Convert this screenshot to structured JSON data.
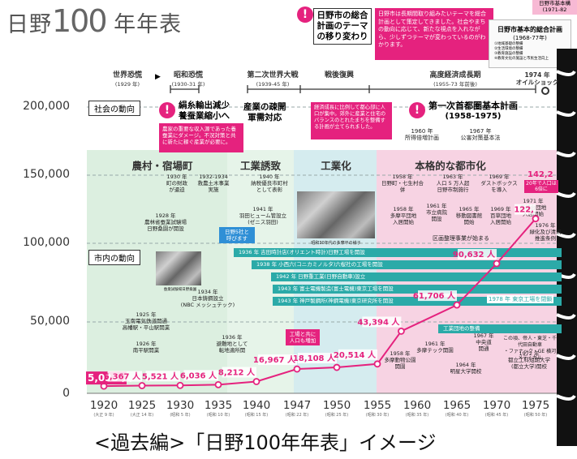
{
  "title": {
    "prefix": "日野",
    "number": "100",
    "suffix": "年年表"
  },
  "callout": {
    "heading": "日野市の総合計画のテーマの移り変わり",
    "body": "日野市は長期間取り組みたいテーマを総合計画として策定してきました。社会やまちの動向に応じて、新たな視点を入れながら、少しずつテーマが変わっているのがわかります。",
    "plan_title": "日野市基本的総合計画",
    "plan_years": "(1968-77年)",
    "plan_items": [
      "①地域基礎の整備",
      "②生活環境の整備",
      "③教育施設の整備",
      "④教育文化の施設と市民生活向上"
    ],
    "top_plan": "日野市基本構",
    "top_years": "(1971-82"
  },
  "eras": [
    {
      "label": "世界恐慌",
      "years": "(1929 年)"
    },
    {
      "label": "昭和恐慌",
      "years": "(1930-31 年)"
    },
    {
      "label": "第二次世界大戦",
      "years": "(1939-45 年)"
    },
    {
      "label": "戦後復興",
      "years": ""
    },
    {
      "label": "高度経済成長期",
      "years": "(1955-73 年前後)"
    },
    {
      "label": "1974 年\nオイルショック",
      "years": ""
    }
  ],
  "sections": {
    "society": "社会の動向",
    "city": "市内の動向"
  },
  "society_items": {
    "silk": "絹糸輸出減少\n養蚕業縮小へ",
    "silk_note": "農家の重要な収入源であった養蚕業にダメージ。不況対策と共に新たに稼ぐ産業が必要に。",
    "sangyo": "産業の疎開\n軍需対応",
    "growth_note": "経済成長に比例して都心部に人口が集中。郊外に産業と住宅のバランスのとれたまちを整備する計画が立てられました。",
    "capital_plan": "第一次首都圏基本計画",
    "capital_years": "(1958-1975)",
    "e1960": "1960 年\n所得倍増計画",
    "e1967": "1967 年\n公害対策基本法"
  },
  "bands": [
    "農村・宿場町",
    "工業誘致",
    "工業化",
    "本格的な都市化"
  ],
  "events": {
    "e1930": "1930 年\n町の財政\nが逼迫",
    "e1932": "1932-1934\n救農土木事業\n実施",
    "e1928": "1928 年\n農林省蚕業試験場\n日野桑園が開設",
    "e1940": "1940 年\n納税優良市町村\nとして表彰",
    "e1941": "1941 年\n羽田ヒューム管設立\n(ゼニス羽田)",
    "e1934": "1934 年\n日本鋳鋼設立\n(NBC メッシュテック)",
    "e1925": "1925 年\n玉南電気鉄道開通\n高幡駅・平山駅開業",
    "e1926": "1926 年\n南平駅開業",
    "e1936": "1936 年\n避難地として\n転地適所開",
    "e1958a": "1958 年\n日野町・七生村合併",
    "e1963": "1963 年\n人口 5 万人超\n日野市制施行",
    "e1969a": "1969 年\nダストボックス\nを導入",
    "e1958b": "1958 年\n多摩平団地\n入居開始",
    "e1961": "1961 年\n市立病院\n開設",
    "e1965": "1965 年\n移動図書館\n開始",
    "e1969b": "1969 年\n百草団地\n入居開始",
    "e1971": "1971 年\n高幡台団地\n入居開始",
    "e1976": "1976 年\n緑化及び清流\n推進条例",
    "kukaku": "区画整理事業が始まる",
    "e1958c": "1958 年\n多摩動物公園\n開園",
    "e1961b": "1961 年\n多摩テック開園",
    "e1964": "1964 年\n明星大学開校",
    "e1967": "1967 年\n中央道\n開通",
    "e1972": "1972 年\n都立工科短期大学\n(都立大学)開校",
    "note_factory": "この頃、帝人・東芝・千代田自動車\n・ファナック・GE 横河メディカル",
    "kojo_danchi": "工業団地の整備",
    "tokyo_1978": "1978 年 東京工場を閉鎖",
    "photo_caption": "昭和30年代の多摩平の様子",
    "photo2_caption": "蚕業試験場日野桑園",
    "hino5": "日野5社と\n呼びます",
    "pop_note": "工場と共に\n人口も増加",
    "pop20": "20年で人口は\n6倍に"
  },
  "ribbons": [
    "1936 年 吉田時計店(オリエント時計)日野工場を開設",
    "1938 年 小西六(コニカミノルタ)六桜社の工場を開設",
    "1942 年 日野重工業(日野自動車)設立",
    "1943 年 富士電機製造(富士電機)東京工場を開設",
    "1943 年 神戸製鋼所(神鋼電機)東京研究所を開設"
  ],
  "colors": {
    "pink": "#e5227e",
    "green": "#dcefe0",
    "teal": "#2baaa8",
    "pinkband": "#f7d3e3",
    "tealband": "#d5ecef"
  },
  "chart_data": {
    "type": "line",
    "title": "",
    "xlabel": "",
    "ylabel": "",
    "x": [
      1920,
      1925,
      1930,
      1935,
      1940,
      1947,
      1950,
      1955,
      1958,
      1965,
      1970,
      1975
    ],
    "values": [
      5033,
      5367,
      5521,
      6036,
      8212,
      16967,
      18108,
      20514,
      43394,
      61706,
      90632,
      122000
    ],
    "labels": [
      "5,033 人",
      "5,367 人",
      "5,521 人",
      "6,036 人",
      "8,212 人",
      "16,967 人",
      "18,108 人",
      "20,514 人",
      "43,394 人",
      "61,706 人",
      "90,632 人",
      "122,"
    ],
    "ylim": [
      0,
      200000
    ],
    "yticks": [
      "200,000",
      "150,000",
      "100,000",
      "50,000",
      "0"
    ],
    "xticks": [
      {
        "y": "1920",
        "era": "(大正 9 年)"
      },
      {
        "y": "1925",
        "era": "(大正 14 年)"
      },
      {
        "y": "1930",
        "era": "(昭和 5 年)"
      },
      {
        "y": "1935",
        "era": "(昭和 10 年)"
      },
      {
        "y": "1940",
        "era": "(昭和 15 年)"
      },
      {
        "y": "1947",
        "era": "(昭和 22 年)"
      },
      {
        "y": "1950",
        "era": "(昭和 25 年)"
      },
      {
        "y": "1955",
        "era": "(昭和 30 年)"
      },
      {
        "y": "1960",
        "era": "(昭和 35 年)"
      },
      {
        "y": "1965",
        "era": "(昭和 40 年)"
      },
      {
        "y": "1970",
        "era": "(昭和 45 年)"
      },
      {
        "y": "1975",
        "era": "(昭和 50 年)"
      }
    ],
    "top_value": "142,2"
  },
  "caption": "<過去編>「日野100年年表」イメージ"
}
